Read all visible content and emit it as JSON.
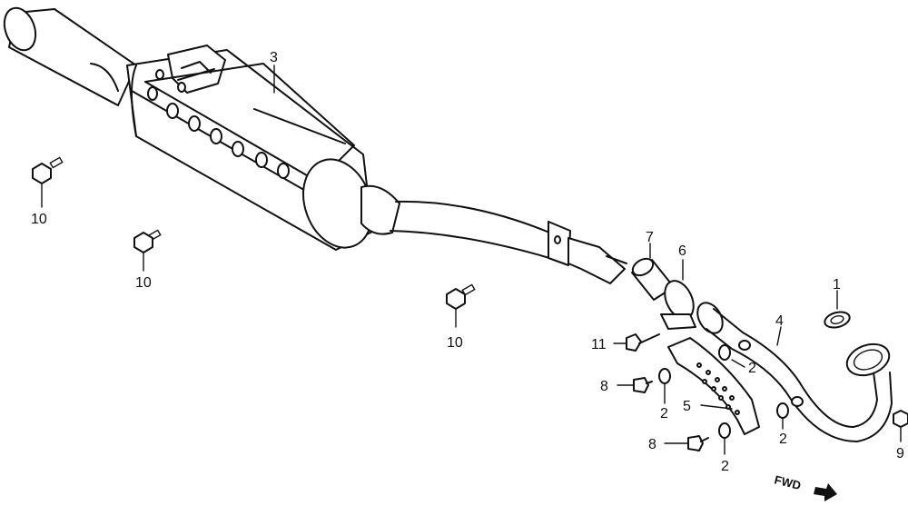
{
  "callouts": {
    "c1": "1",
    "c2a": "2",
    "c2b": "2",
    "c2c": "2",
    "c2d": "2",
    "c3": "3",
    "c4": "4",
    "c5": "5",
    "c6": "6",
    "c7": "7",
    "c8a": "8",
    "c8b": "8",
    "c9": "9",
    "c10a": "10",
    "c10b": "10",
    "c10c": "10",
    "c11": "11"
  },
  "direction_label": "FWD"
}
